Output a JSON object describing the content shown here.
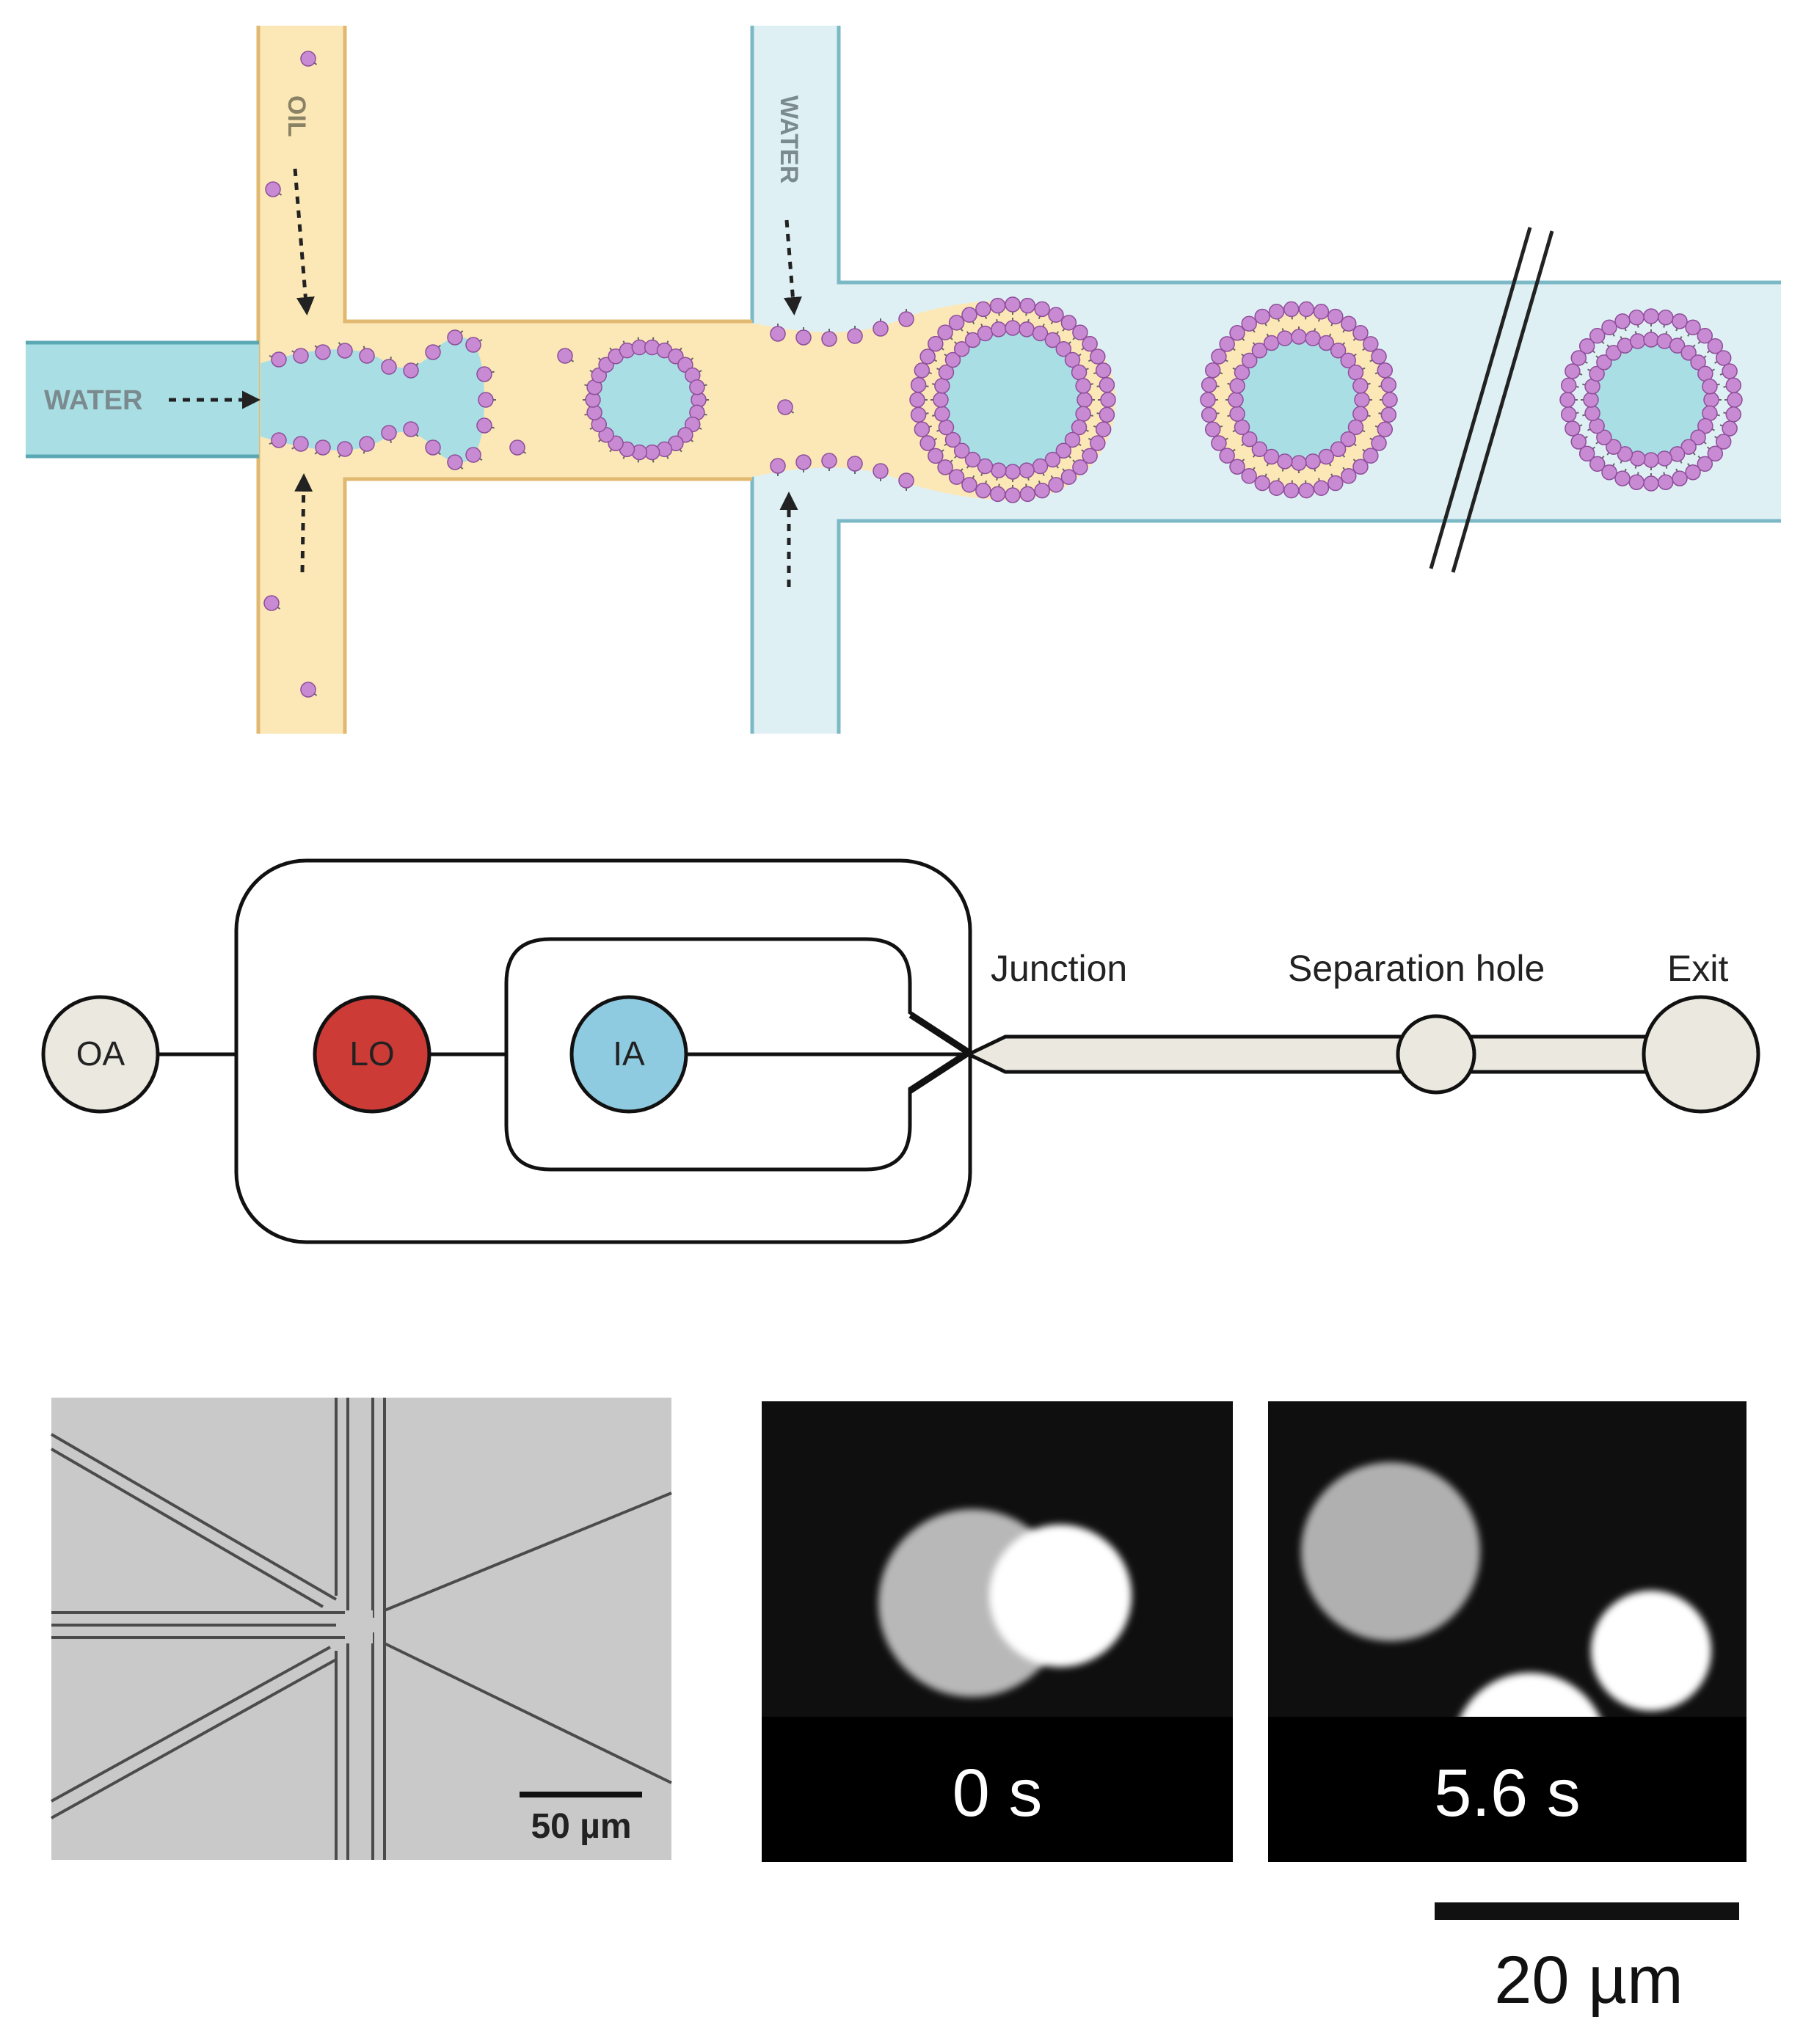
{
  "top_schematic": {
    "water_left_label": "WATER",
    "oil_label": "OIL",
    "water_right_label": "WATER"
  },
  "chip_layout": {
    "ports": {
      "oa": "OA",
      "lo": "LO",
      "ia": "IA"
    },
    "junction_label": "Junction",
    "separation_label": "Separation hole",
    "exit_label": "Exit"
  },
  "micrograph": {
    "scale_label": "50 µm"
  },
  "fluorescence": {
    "frame1_time": "0 s",
    "frame2_time": "5.6 s",
    "scale_label": "20 µm"
  },
  "colors": {
    "water": "#a9dfe4",
    "water_light": "#dff0f4",
    "oil": "#fbe8b6",
    "lipid": "#c88ad2",
    "port_lo": "#cd3b37",
    "port_ia": "#8fcbe0",
    "port_neutral": "#ebe8df"
  }
}
